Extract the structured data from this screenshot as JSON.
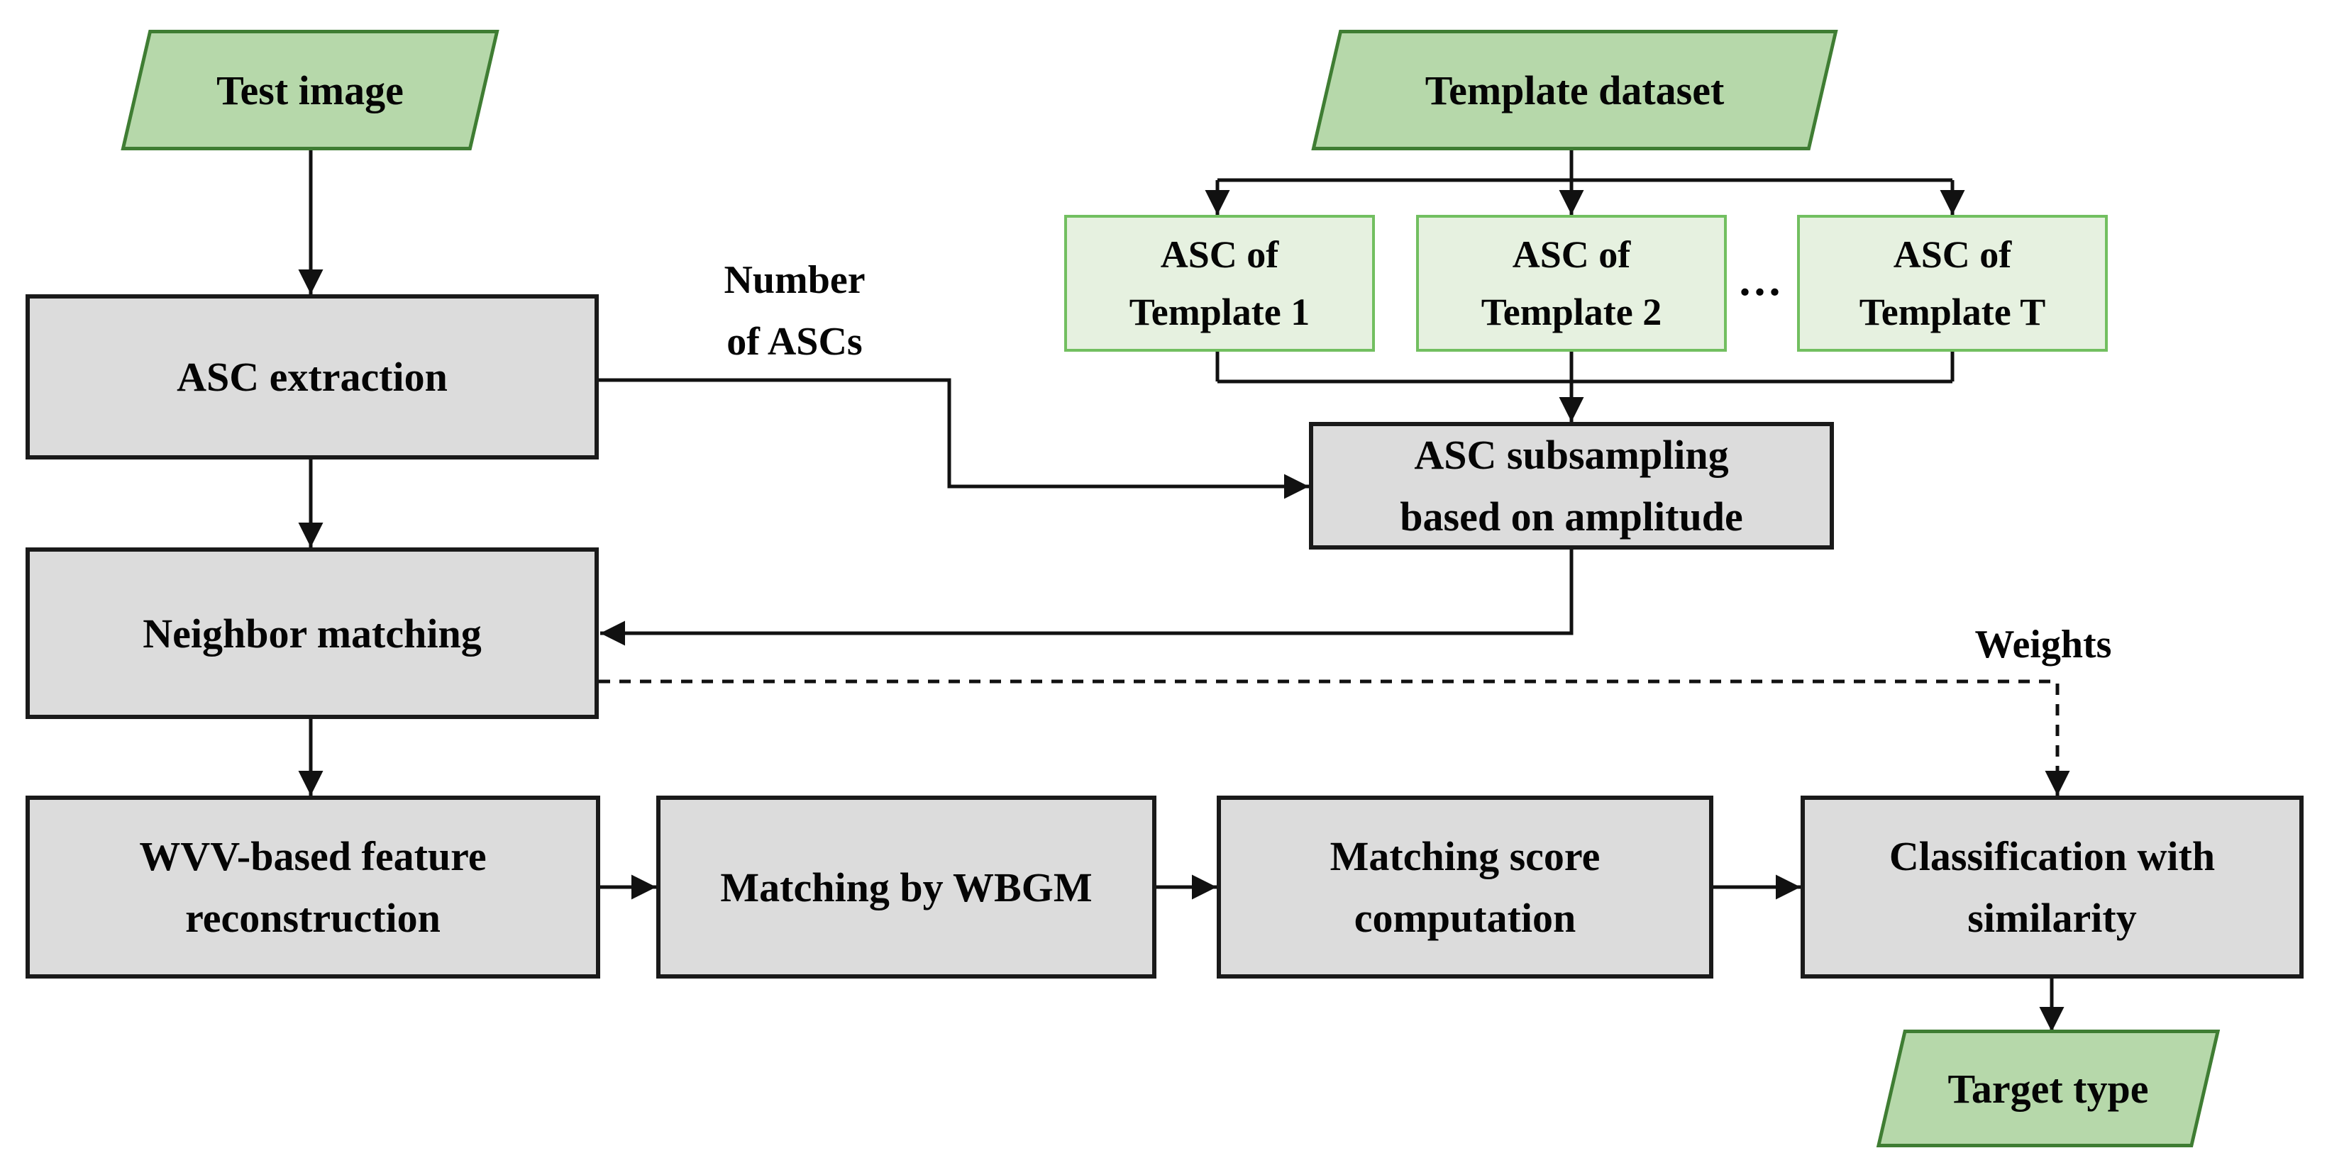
{
  "diagram": {
    "colors": {
      "bg": "#ffffff",
      "line_color": "#111111",
      "text_color": "#050505",
      "gray_fill": "#dcdcdc",
      "gray_border": "#1a1a1a",
      "green_fill": "#b6d8aa",
      "green_border": "#3f7d33",
      "tmpl_fill": "#e6f1e0",
      "tmpl_border": "#72bf60"
    },
    "nodes": {
      "test_image": {
        "label": "Test image"
      },
      "template_dataset": {
        "label": "Template dataset"
      },
      "asc_extraction": {
        "label": "ASC extraction"
      },
      "asc_template_1": {
        "label": "ASC of\nTemplate 1"
      },
      "asc_template_2": {
        "label": "ASC of\nTemplate 2"
      },
      "asc_template_t": {
        "label": "ASC of\nTemplate T"
      },
      "ellipsis": {
        "label": "..."
      },
      "asc_subsampling": {
        "label": "ASC subsampling\nbased on amplitude"
      },
      "neighbor_matching": {
        "label": "Neighbor matching"
      },
      "wvv_reconstruction": {
        "label": "WVV-based feature\nreconstruction"
      },
      "matching_wbgm": {
        "label": "Matching by WBGM"
      },
      "matching_score": {
        "label": "Matching score\ncomputation"
      },
      "classification": {
        "label": "Classification with\nsimilarity"
      },
      "target_type": {
        "label": "Target type"
      }
    },
    "edge_labels": {
      "number_of_ascs": "Number\nof ASCs",
      "weights": "Weights"
    }
  }
}
